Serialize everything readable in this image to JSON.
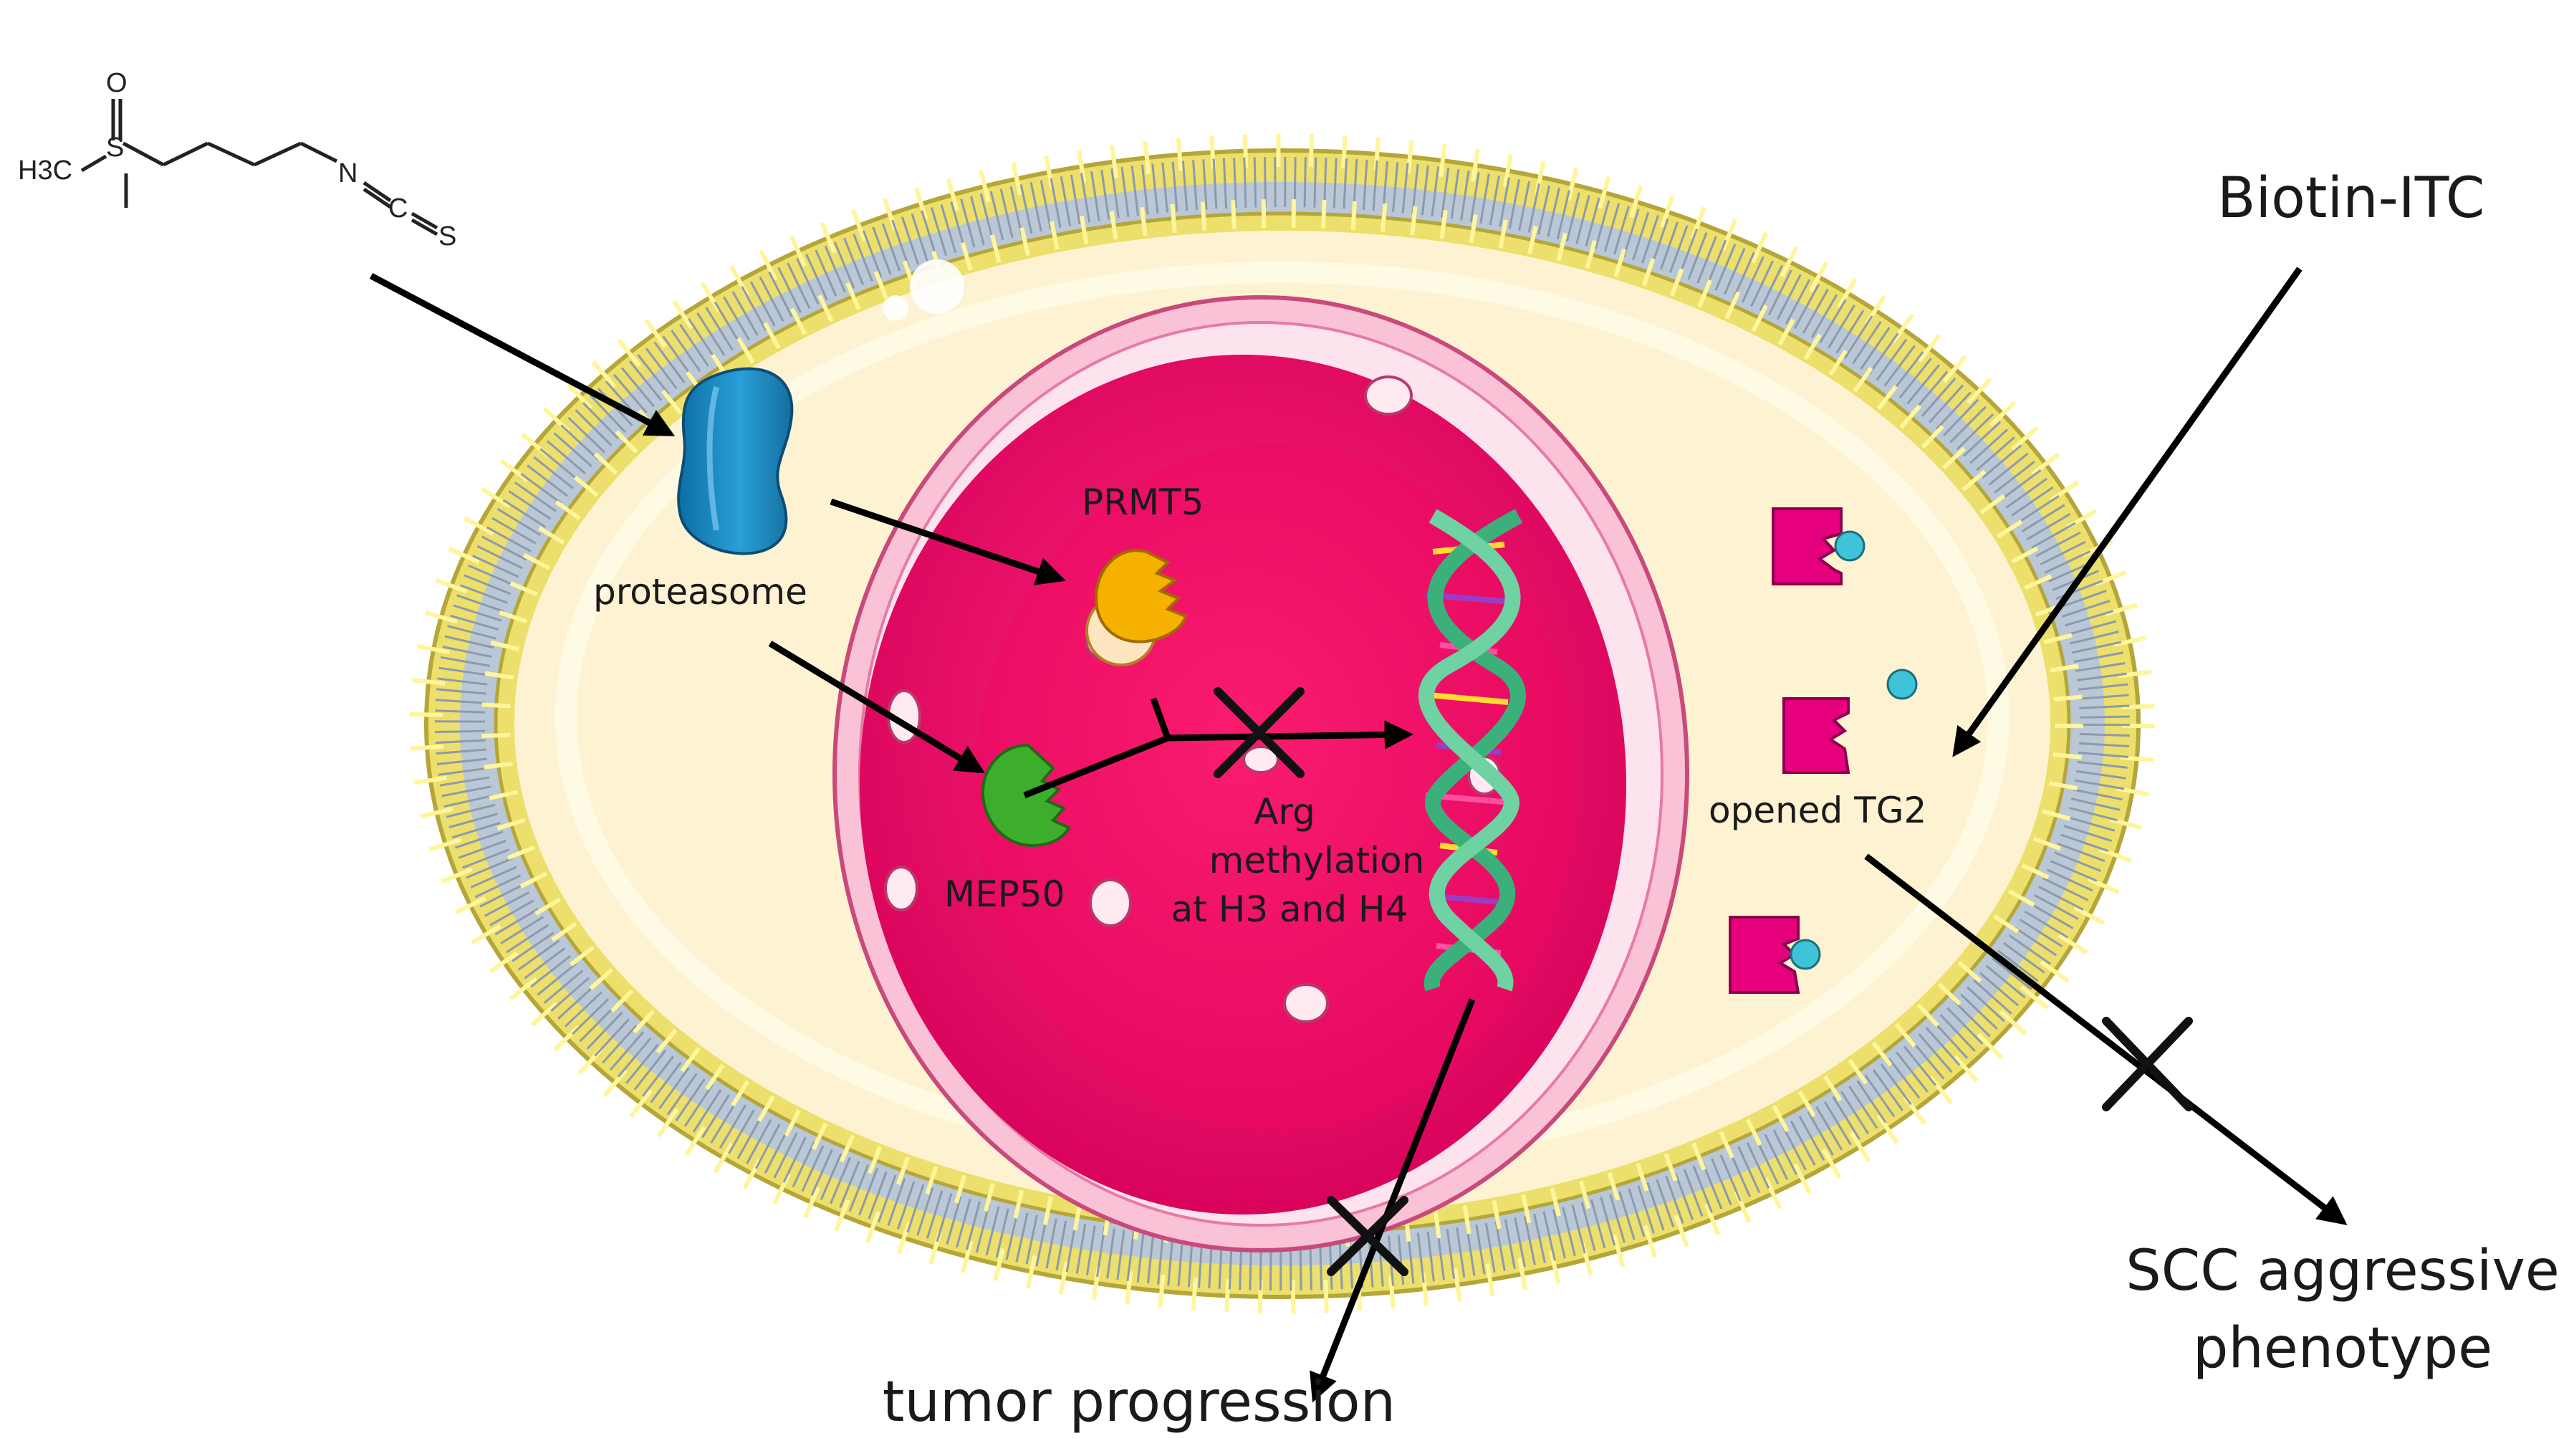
{
  "labels": {
    "molecule_h3c": "H3C",
    "molecule_s": "S",
    "molecule_o": "O",
    "molecule_n": "N",
    "molecule_c": "C",
    "molecule_s2": "S",
    "proteasome": "proteasome",
    "prmt5": "PRMT5",
    "mep50": "MEP50",
    "arg_line1": "Arg",
    "arg_line2": "methylation",
    "arg_line3": "at H3 and H4",
    "opened_tg2": "opened TG2",
    "biotin_itc": "Biotin-ITC",
    "scc_line1": "SCC aggressive",
    "scc_line2": "phenotype",
    "tumor_progression": "tumor progression"
  },
  "colors": {
    "membrane_head": "#e8dc6a",
    "membrane_tail": "#b9c7d6",
    "cytoplasm": "#fdf3d2",
    "nucleus": "#e4005e",
    "nuclear_envelope": "#f7b3cc",
    "proteasome": "#1f8fc9",
    "prmt5": "#f5b000",
    "mep50": "#3dae2b",
    "tg2": "#e6007e",
    "ligand": "#3ec3d8",
    "dna_backbone": "#4cbf86"
  },
  "icons": [
    "proteasome-icon",
    "prmt5-icon",
    "mep50-icon",
    "dna-helix-icon",
    "tg2-icon",
    "biotin-ligand-icon",
    "inhibition-cross-icon",
    "chemical-structure-icon"
  ]
}
